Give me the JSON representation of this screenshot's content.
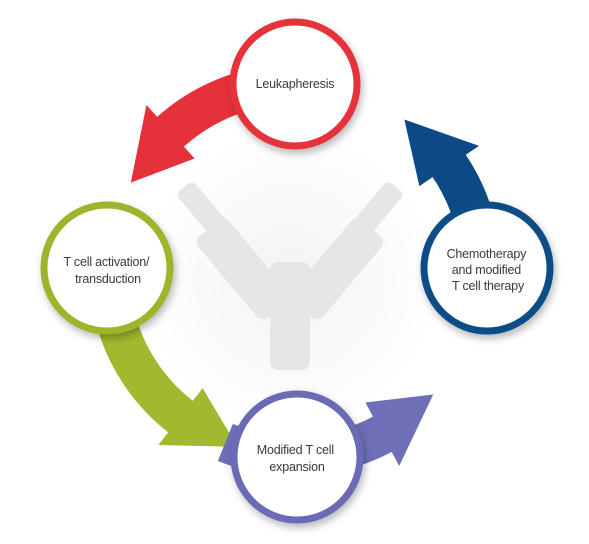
{
  "diagram": {
    "background_symbol": "antibody-y-icon",
    "nodes": [
      {
        "id": "leukapheresis",
        "lines": [
          "Leukapheresis"
        ],
        "color": "#e5313a"
      },
      {
        "id": "chemotherapy",
        "lines": [
          "Chemotherapy",
          "and modified",
          "T cell therapy"
        ],
        "color": "#0a4d87"
      },
      {
        "id": "expansion",
        "lines": [
          "Modified T cell",
          "expansion"
        ],
        "color": "#6a6bb5"
      },
      {
        "id": "activation",
        "lines": [
          "T cell activation/",
          "transduction"
        ],
        "color": "#9cb52a"
      }
    ],
    "arrows": [
      {
        "from": "leukapheresis",
        "to": "activation",
        "color": "#e5313a"
      },
      {
        "from": "activation",
        "to": "expansion",
        "color": "#a2b82e"
      },
      {
        "from": "expansion",
        "to": "chemotherapy",
        "color": "#6f6fb8"
      },
      {
        "from": "chemotherapy",
        "to": "leukapheresis",
        "color": "#0c4a85"
      }
    ]
  }
}
